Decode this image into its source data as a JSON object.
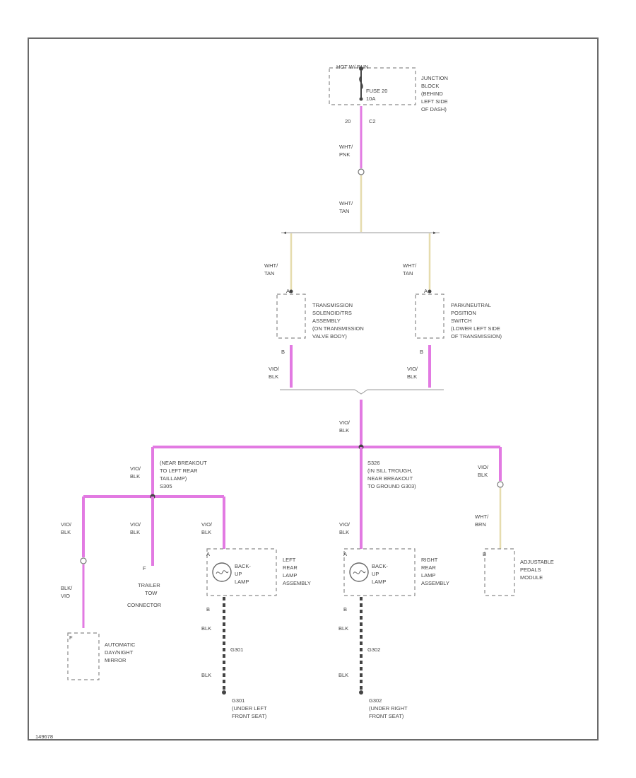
{
  "footer_code": "149678",
  "fuse_block": {
    "pins_label": "HOT W/ RUN",
    "fuse": [
      "FUSE 20",
      "10A"
    ],
    "desc": [
      "JUNCTION",
      "BLOCK",
      "(BEHIND",
      "LEFT SIDE",
      "OF DASH)"
    ],
    "pin_num": "20",
    "connector": "C2"
  },
  "wires": {
    "fuse_out": [
      "WHT/",
      "PNK"
    ],
    "inline_out": [
      "WHT/",
      "TAN"
    ],
    "left_branch": [
      "WHT/",
      "TAN"
    ],
    "right_branch": [
      "WHT/",
      "TAN"
    ],
    "trans_out": [
      "VIO/",
      "BLK"
    ],
    "pn_out": [
      "VIO/",
      "BLK"
    ],
    "trunk": [
      "VIO/",
      "BLK"
    ],
    "left_drop": [
      "VIO/",
      "BLK"
    ],
    "mirror_feed": [
      "VIO/",
      "BLK"
    ],
    "mirror_in": [
      "BLK/",
      "VIO"
    ],
    "trailer_feed": [
      "VIO/",
      "BLK"
    ],
    "left_lamp_feed": [
      "VIO/",
      "BLK"
    ],
    "center_drop": [
      "VIO/",
      "BLK"
    ],
    "pedals_feed": [
      "VIO/",
      "BLK"
    ],
    "pedals_in": [
      "WHT/",
      "BRN"
    ],
    "left_gnd1": "BLK",
    "left_gnd2": "BLK",
    "right_gnd1": "BLK",
    "right_gnd2": "BLK"
  },
  "splice_left": [
    "(NEAR BREAKOUT",
    "TO LEFT REAR",
    "TAILLAMP)",
    "S305"
  ],
  "splice_center": [
    "S326",
    "(IN SILL TROUGH,",
    "NEAR BREAKOUT",
    "TO GROUND G303)"
  ],
  "pin_top": "A",
  "pin_b": "B",
  "trans_assy": {
    "label": [
      "TRANSMISSION",
      "SOLENOID/TRS",
      "ASSEMBLY",
      "(ON TRANSMISSION",
      "VALVE BODY)"
    ],
    "pin_top": "A",
    "pin_bottom": "B"
  },
  "pn_switch": {
    "label": [
      "PARK/NEUTRAL",
      "POSITION",
      "SWITCH",
      "(LOWER LEFT SIDE",
      "OF TRANSMISSION)"
    ],
    "pin_top": "A",
    "pin_bottom": "B"
  },
  "mirror": {
    "label": [
      "AUTOMATIC",
      "DAY/NIGHT",
      "MIRROR"
    ],
    "pin": "F"
  },
  "trailer": {
    "label": [
      "TRAILER",
      "TOW",
      "CONNECTOR"
    ],
    "pin": "F"
  },
  "left_lamp": {
    "bulb": [
      "BACK-",
      "UP",
      "LAMP"
    ],
    "label": [
      "LEFT",
      "REAR",
      "LAMP",
      "ASSEMBLY"
    ],
    "pin_top": "A",
    "pin_bottom": "B",
    "ground_point": "G301",
    "ground": [
      "G301",
      "(UNDER LEFT",
      "FRONT SEAT)"
    ]
  },
  "right_lamp": {
    "bulb": [
      "BACK-",
      "UP",
      "LAMP"
    ],
    "label": [
      "RIGHT",
      "REAR",
      "LAMP",
      "ASSEMBLY"
    ],
    "pin_top": "A",
    "pin_bottom": "B",
    "ground_point": "G302",
    "ground": [
      "G302",
      "(UNDER RIGHT",
      "FRONT SEAT)"
    ]
  },
  "pedals": {
    "label": [
      "ADJUSTABLE",
      "PEDALS",
      "MODULE"
    ],
    "pin": "B"
  }
}
